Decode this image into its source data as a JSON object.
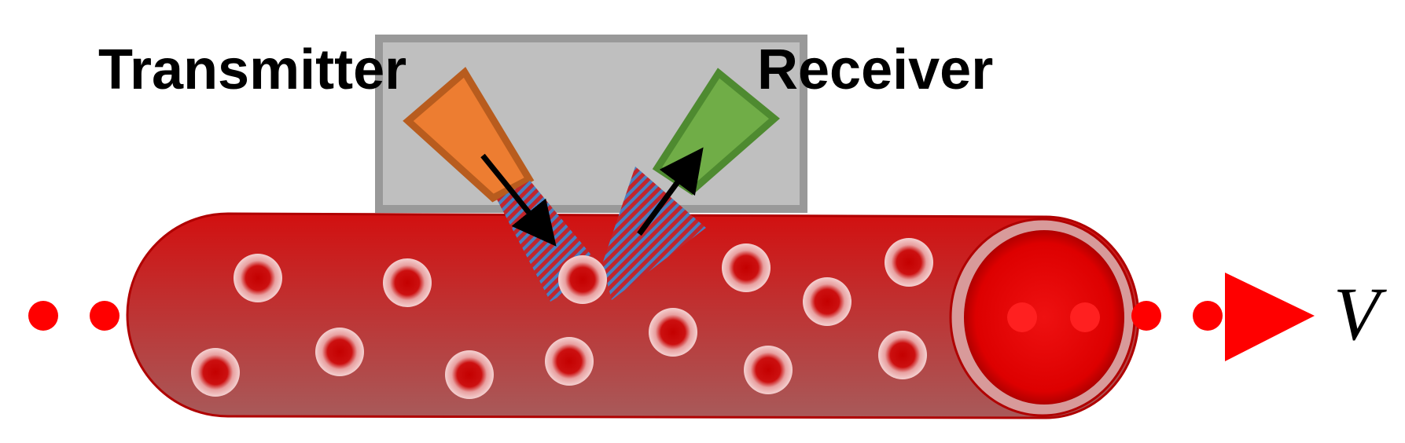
{
  "labels": {
    "transmitter": "Transmitter",
    "receiver": "Receiver",
    "velocity": "V"
  },
  "colors": {
    "transmitter_fill": "#ED7D31",
    "transmitter_stroke": "#B85C1E",
    "receiver_fill": "#70AD47",
    "receiver_stroke": "#4E8A30",
    "housing_fill": "#BFBFBF",
    "housing_stroke": "#999999",
    "vessel_top": "#D01010",
    "vessel_bottom": "#A85555",
    "cell": "#CC0000",
    "flow_dot": "#FF0000",
    "beam_red": "#C0262D",
    "beam_blue": "#4A7FC0"
  },
  "icons": {
    "transmitter": "transmitter-probe-icon",
    "receiver": "receiver-probe-icon",
    "flow": "flow-direction-arrow-icon"
  }
}
